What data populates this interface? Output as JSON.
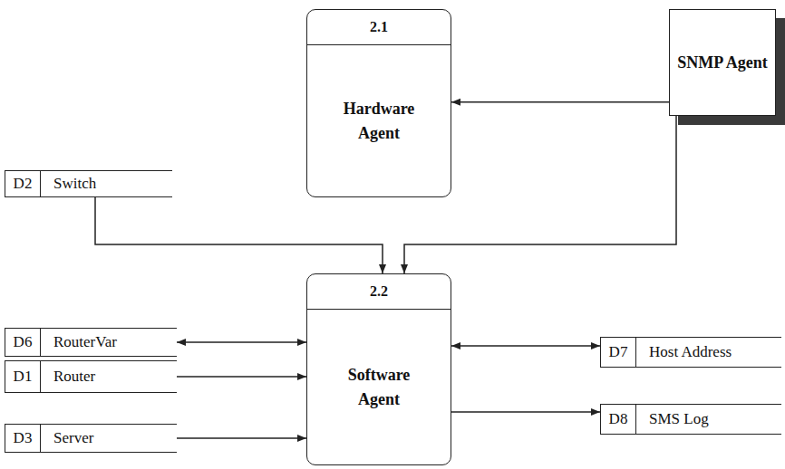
{
  "diagram": {
    "nodes": [
      {
        "text": [
          "2.1",
          "Hardware Agent"
        ]
      },
      {
        "text": [
          "SNMP Agent"
        ]
      },
      {
        "text": [
          "D2",
          "Switch"
        ]
      },
      {
        "text": [
          "2.2",
          "Software Agent"
        ]
      },
      {
        "text": [
          "D6",
          "RouterVar"
        ]
      },
      {
        "text": [
          "D1",
          "Router"
        ]
      },
      {
        "text": [
          "D3",
          "Server"
        ]
      },
      {
        "text": [
          "D7",
          "Host Address"
        ]
      },
      {
        "text": [
          "D8",
          "SMS Log"
        ]
      }
    ],
    "edges": [
      {
        "from": 1,
        "to": 0,
        "arrow": "to"
      },
      {
        "from": 2,
        "to": 3,
        "arrow": "to"
      },
      {
        "from": 1,
        "to": 3,
        "arrow": "to"
      },
      {
        "from": 4,
        "to": 3,
        "arrow": "both"
      },
      {
        "from": 5,
        "to": 3,
        "arrow": "to"
      },
      {
        "from": 6,
        "to": 3,
        "arrow": "to"
      },
      {
        "from": 3,
        "to": 7,
        "arrow": "both"
      },
      {
        "from": 3,
        "to": 8,
        "arrow": "to"
      }
    ]
  }
}
